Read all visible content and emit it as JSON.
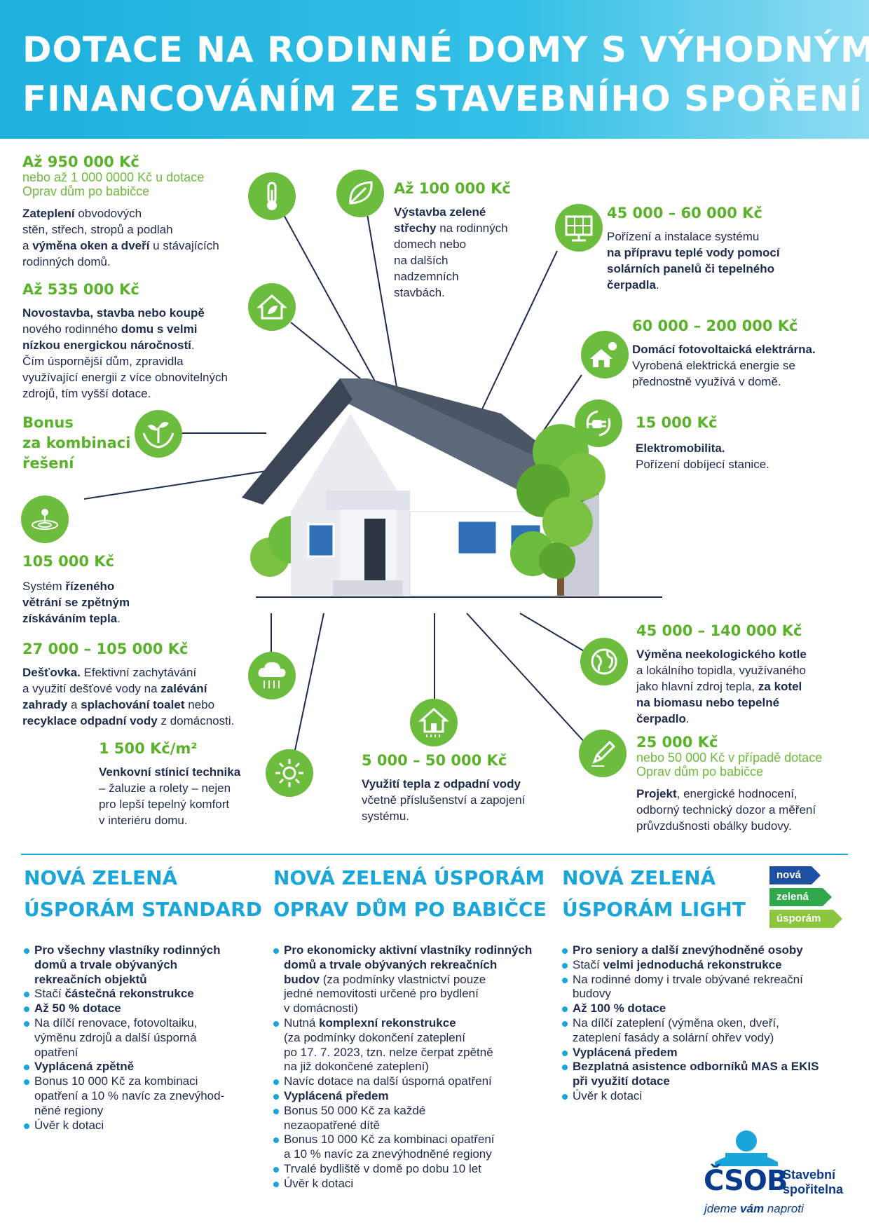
{
  "header": {
    "line1": "DOTACE NA RODINNÉ DOMY S VÝHODNÝM",
    "line2": "FINANCOVÁNÍM ZE STAVEBNÍHO SPOŘENÍ"
  },
  "colors": {
    "blue": "#1aa6d9",
    "green": "#6cbd3e",
    "navy": "#1d2b4f",
    "lime": "#8cc63f"
  },
  "items": {
    "insulation": {
      "amount": "Až 950 000 Kč",
      "sub1": "nebo až 1 000 0000 Kč u dotace",
      "sub2": "Oprav dům po babičce",
      "d1": "Zateplení",
      "d2": " obvodových",
      "d3": "stěn, střech, stropů a podlah",
      "d4": "a ",
      "d5": "výměna oken a dveří",
      "d6": " u stávajících",
      "d7": "rodinných domů.",
      "icon": "thermometer-icon"
    },
    "newbuild": {
      "amount": "Až 535 000 Kč",
      "d1": "Novostavba, stavba nebo koupě",
      "d2": "nového rodinného ",
      "d3": "domu s velmi",
      "d4": "nízkou energickou náročností",
      "d5": ".",
      "d6": "Čím úspornější dům, zpravidla",
      "d7": "využívající energii z více obnovitelných",
      "d8": "zdrojů, tím vyšší dotace.",
      "icon": "eco-house-icon"
    },
    "bonus": {
      "l1": "Bonus",
      "l2": "za kombinaci",
      "l3": "řešení",
      "icon": "hands-plant-icon"
    },
    "ventilation": {
      "amount": "105 000 Kč",
      "d1": "Systém ",
      "d2": "řízeného",
      "d3": "větrání se zpětným",
      "d4": "získáváním tepla",
      "d5": ".",
      "icon": "air-drop-icon"
    },
    "rainwater": {
      "amount": "27 000 – 105 000 Kč",
      "d1": "Dešťovka.",
      "d2": " Efektivní zachytávání",
      "d3": "a využití dešťové vody na ",
      "d4": "zalévání",
      "d5": "zahrady",
      "d6": " a ",
      "d7": "splachování toalet",
      "d8": " nebo",
      "d9": "recyklace odpadní vody",
      "d10": " z domácnosti.",
      "icon": "rain-cloud-icon"
    },
    "shading": {
      "amount": "1 500 Kč/m²",
      "d1": "Venkovní stínicí technika",
      "d2": "– žaluzie a rolety – nejen",
      "d3": "pro lepší tepelný komfort",
      "d4": "v interiéru domu.",
      "icon": "sun-icon"
    },
    "green_roof": {
      "amount": "Až 100 000 Kč",
      "d1": "Výstavba zelené",
      "d2": "střechy",
      "d3": " na rodinných",
      "d4": "domech nebo",
      "d5": "na dalších",
      "d6": "nadzemních",
      "d7": "stavbách.",
      "icon": "leaf-icon"
    },
    "solar_heat": {
      "amount": "45 000 – 60 000 Kč",
      "d1": "Pořízení a instalace systému",
      "d2": "na přípravu teplé vody pomocí",
      "d3": "solárních panelů či tepelného",
      "d4": "čerpadla",
      "d5": ".",
      "icon": "solar-panel-icon"
    },
    "photovoltaic": {
      "amount": "60 000 – 200 000 Kč",
      "d1": "Domácí fotovoltaická elektrárna.",
      "d2": "Vyrobená elektrická energie se",
      "d3": "přednostně využívá v domě.",
      "icon": "house-sun-icon"
    },
    "emobility": {
      "amount": "15 000 Kč",
      "d1": "Elektromobilita.",
      "d2": "Pořízení dobíjecí stanice.",
      "icon": "plug-icon"
    },
    "boiler": {
      "amount": "45 000 – 140 000 Kč",
      "d1": "Výměna neekologického kotle",
      "d2": "a lokálního topidla, využívaného",
      "d3": "jako hlavní zdroj tepla, ",
      "d4": "za kotel",
      "d5": "na biomasu nebo tepelné",
      "d6": "čerpadlo",
      "d7": ".",
      "icon": "globe-icon"
    },
    "project": {
      "amount": "25 000 Kč",
      "sub1": "nebo 50 000 Kč v případě dotace",
      "sub2": "Oprav dům po babičce",
      "d1": "Projekt",
      "d2": ", energické hodnocení,",
      "d3": "odborný technický dozor a měření",
      "d4": "průvzdušnosti obálky budovy.",
      "icon": "pencil-icon"
    },
    "waste_heat": {
      "amount": "5 000 – 50 000 Kč",
      "d1": "Využití tepla z odpadní vody",
      "d2": "včetně příslušenství a zapojení",
      "d3": "systému.",
      "icon": "house-heat-icon"
    }
  },
  "programs": {
    "standard": {
      "h1": "NOVÁ ZELENÁ",
      "h2": "ÚSPORÁM STANDARD",
      "b1": "Pro všechny vlastníky rodinných",
      "b1b": "domů a trvale obývaných",
      "b1c": "rekreačních objektů",
      "b2a": "Stačí ",
      "b2b": "částečná rekonstrukce",
      "b3": "Až 50 % dotace",
      "b4a": "Na dílčí renovace, fotovoltaiku,",
      "b4b": "výměnu zdrojů a další úsporná",
      "b4c": "opatření",
      "b5": "Vyplácená zpětně",
      "b6a": "Bonus 10 000 Kč za kombinaci",
      "b6b": "opatření a 10 % navíc za znevýhod-",
      "b6c": "něné regiony",
      "b7": "Úvěr k dotaci"
    },
    "babicka": {
      "h1": "NOVÁ ZELENÁ ÚSPORÁM",
      "h2": "OPRAV DŮM PO BABIČCE",
      "b1a": "Pro ekonomicky aktivní vlastníky rodinných",
      "b1b": "domů a trvale obývaných rekreačních",
      "b1c": "budov",
      "b1d": "  (za podmínky vlastnictví pouze",
      "b1e": "jedné nemovitosti určené pro bydlení",
      "b1f": "v domácnosti)",
      "b2a": "Nutná ",
      "b2b": "komplexní rekonstrukce",
      "b2c": "(za podmínky dokončení zateplení",
      "b2d": "po 17. 7. 2023, tzn. nelze čerpat zpětně",
      "b2e": "na již dokončené zateplení)",
      "b3": "Navíc dotace na další úsporná opatření",
      "b4": "Vyplácená předem",
      "b5a": "Bonus 50 000 Kč za každé",
      "b5b": "nezaopatřené dítě",
      "b6a": "Bonus 10 000 Kč za kombinaci opatření",
      "b6b": "a 10 % navíc za znevýhodněné regiony",
      "b7": "Trvalé bydliště v domě po dobu 10 let",
      "b8": "Úvěr k dotaci"
    },
    "light": {
      "h1": "NOVÁ ZELENÁ",
      "h2": "ÚSPORÁM LIGHT",
      "b1": "Pro seniory a další znevýhodněné osoby",
      "b2a": "Stačí ",
      "b2b": "velmi jednoduchá rekonstrukce",
      "b3a": "Na rodinné domy i trvale obývané rekreační",
      "b3b": "budovy",
      "b4": "Až 100 % dotace",
      "b5a": "Na dílčí zateplení (výměna oken, dveří,",
      "b5b": "zateplení fasády a solární ohřev vody)",
      "b6": "Vyplácená předem",
      "b7a": "Bezplatná asistence odborníků MAS a EKIS",
      "b7b": "při využití dotace",
      "b8": "Úvěr k dotaci"
    }
  },
  "flags": {
    "f1": "nová",
    "f2": "zelená",
    "f3": "úsporám"
  },
  "logo": {
    "brand": "ČSOB",
    "name1": "Stavební",
    "name2": "spořitelna",
    "slogan_a": "jdeme ",
    "slogan_b": "vám",
    "slogan_c": " naproti"
  }
}
